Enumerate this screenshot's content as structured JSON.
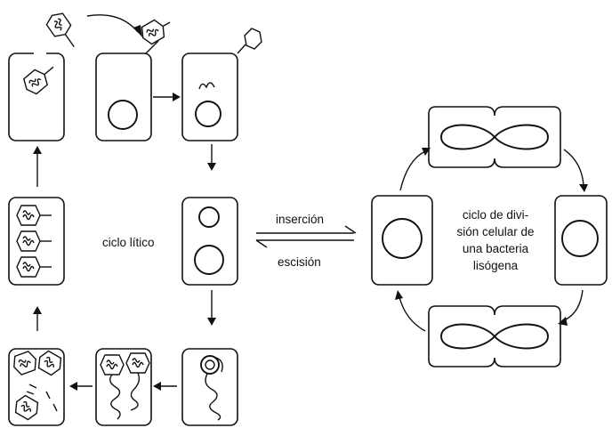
{
  "labels": {
    "lytic_cycle": "ciclo lítico",
    "insertion": "inserción",
    "excision": "escisión",
    "lysogenic_cycle": [
      "ciclo de divi-",
      "sión celular de",
      "una bacteria",
      "lisógena"
    ]
  },
  "colors": {
    "ink": "#111111",
    "background": "#ffffff"
  }
}
